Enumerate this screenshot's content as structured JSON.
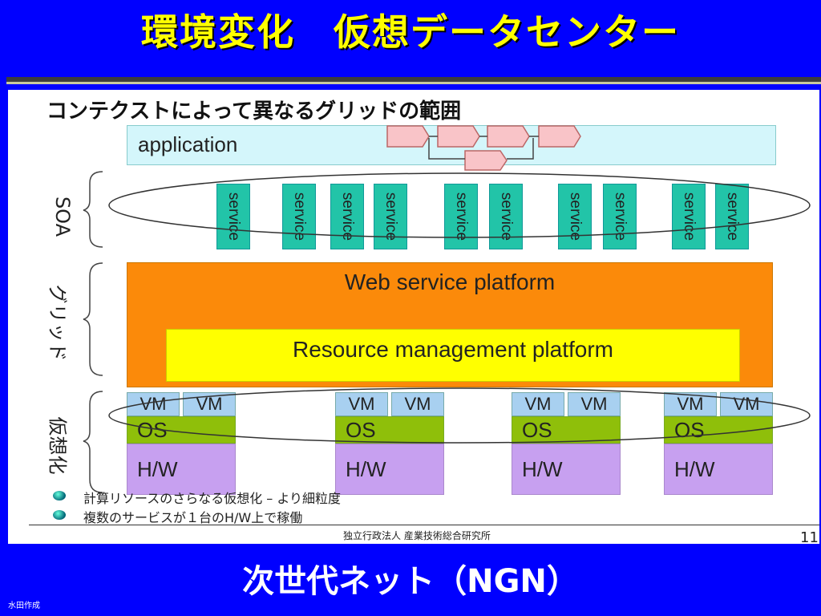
{
  "slide": {
    "title": "環境変化　仮想データセンター",
    "inner_title": "コンテクストによって異なるグリッドの範囲",
    "application_label": "application",
    "service_label": "service",
    "web_platform_label": "Web service platform",
    "resource_platform_label": "Resource management platform",
    "side_labels": {
      "soa": "SOA",
      "grid": "グリッド",
      "virtualization": "仮想化"
    },
    "stacks": [
      {
        "vm": [
          "VM",
          "VM"
        ],
        "os": "OS",
        "hw": "H/W"
      },
      {
        "vm": [
          "VM",
          "VM"
        ],
        "os": "OS",
        "hw": "H/W"
      },
      {
        "vm": [
          "VM",
          "VM"
        ],
        "os": "OS",
        "hw": "H/W"
      },
      {
        "vm": [
          "VM",
          "VM"
        ],
        "os": "OS",
        "hw": "H/W"
      }
    ],
    "bullets": [
      "計算リソースのさらなる仮想化 – より細粒度",
      "複数のサービスが１台のH/W上で稼働"
    ],
    "footer_org": "独立行政法人 産業技術総合研究所",
    "page_number": "11",
    "subtitle": "次世代ネット（NGN）",
    "author": "水田作成"
  },
  "colors": {
    "background": "#0000ff",
    "title": "#ffff00",
    "application": "#d4f6fb",
    "service": "#22c4a8",
    "web_platform": "#fb8a0a",
    "resource_platform": "#ffff00",
    "vm": "#a8d0f0",
    "os": "#8fbf0a",
    "hw": "#c7a0f0"
  }
}
